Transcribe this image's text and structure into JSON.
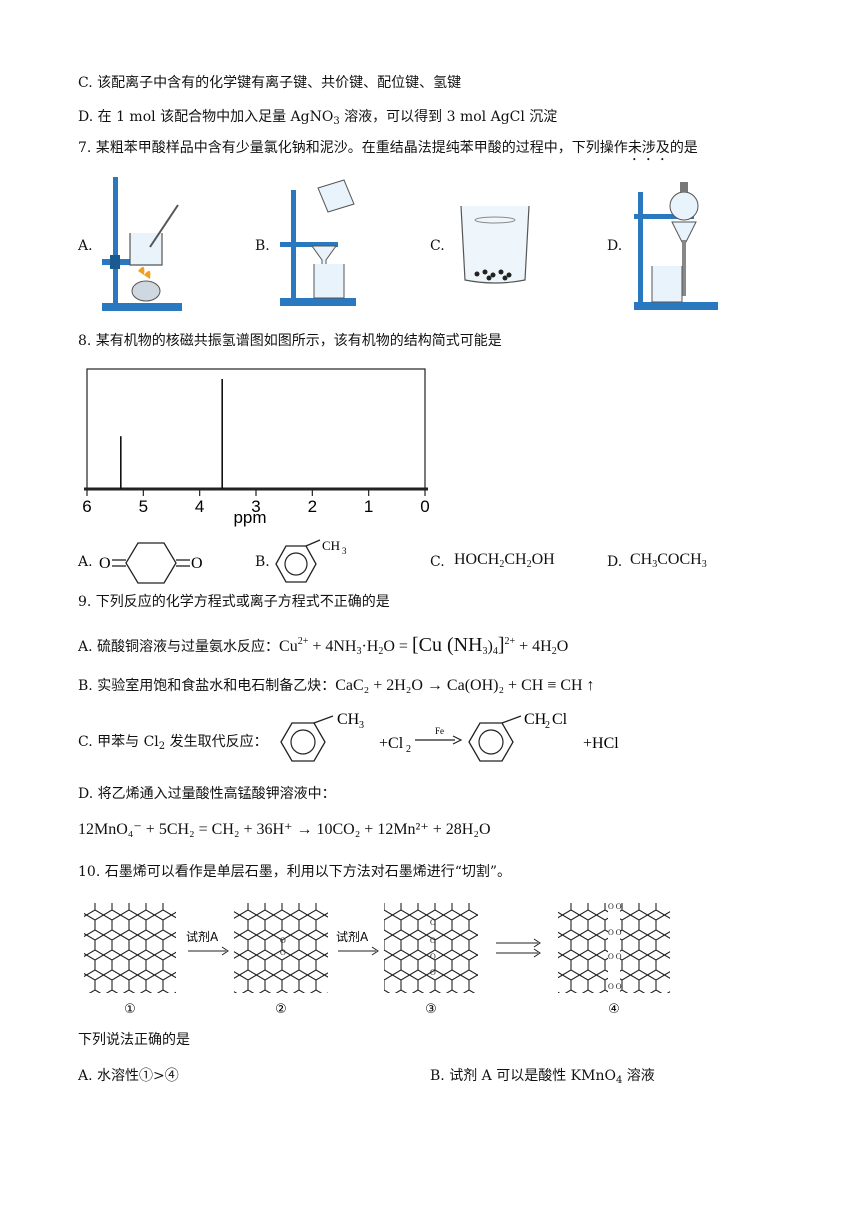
{
  "q6": {
    "optC": "C. 该配离子中含有的化学键有离子键、共价键、配位键、氢键",
    "optD_pre": "D. 在 1 mol 该配合物中加入足量 AgNO",
    "optD_sub": "3",
    "optD_post": " 溶液，可以得到 3 mol AgCl 沉淀"
  },
  "q7": {
    "stem_pre": "7. 某粗苯甲酸样品中含有少量氯化钠和泥沙。在重结晶法提纯苯甲酸的过程中，下列操作",
    "stem_emph": "未涉及",
    "stem_post": "的是",
    "labels": [
      "A.",
      "B.",
      "C.",
      "D."
    ]
  },
  "q8": {
    "stem": "8. 某有机物的核磁共振氢谱图如图所示，该有机物的结构简式可能是",
    "chart_data": {
      "type": "bar",
      "xlabel": "ppm",
      "xlim": [
        6,
        0
      ],
      "ticks": [
        "6",
        "5",
        "4",
        "3",
        "2",
        "1",
        "0"
      ],
      "peaks": [
        {
          "x": 5.4,
          "h": 0.48
        },
        {
          "x": 3.6,
          "h": 1.0
        }
      ]
    },
    "labels": [
      "A.",
      "B.",
      "C.",
      "D."
    ],
    "optA_o": "O",
    "optB_ch3": "CH",
    "optB_sub": "3",
    "optC_text": [
      "HOCH",
      "2",
      "CH",
      "2",
      "OH"
    ],
    "optD_text": [
      "CH",
      "3",
      "COCH",
      "3"
    ]
  },
  "q9": {
    "stem": "9. 下列反应的化学方程式或离子方程式不正确的是",
    "optA_label": "A. 硫酸铜溶液与过量氨水反应：",
    "optA_eq": {
      "cu": "Cu",
      "cu_sup": "2+",
      "mid": " + 4NH",
      "nh3_sub": "3",
      "h2o": "·H",
      "h2o_sub": "2",
      "o": "O = ",
      "bracket": "[Cu (NH",
      "b_sub": "3",
      "b_close": ")",
      "b_n": "4",
      "end_sup": "2+",
      "tail": " + 4H",
      "tail_sub": "2",
      "tail_o": "O"
    },
    "optB_label": "B. 实验室用饱和食盐水和电石制备乙炔：",
    "optB_eq": "CaC₂ + 2H₂O → Ca(OH)₂ + CH ≡ CH ↑",
    "optC_label_pre": "C. 甲苯与 Cl",
    "optC_label_sub": "2",
    "optC_label_post": " 发生取代反应：",
    "optC_ch3": "CH",
    "optC_ch3_sub": "3",
    "optC_cl2": "+Cl",
    "optC_cl2_sub": "2",
    "optC_cat": "Fe",
    "optC_ch2cl": "CH",
    "optC_ch2cl_sub": "2",
    "optC_cl": "Cl",
    "optC_hcl": "+HCl",
    "optD_label": "D. 将乙烯通入过量酸性高锰酸钾溶液中：",
    "optD_eq": "12MnO₄⁻ + 5CH₂ = CH₂ + 36H⁺ → 10CO₂ + 12Mn²⁺ + 28H₂O"
  },
  "q10": {
    "stem": "10. 石墨烯可以看作是单层石墨，利用以下方法对石墨烯进行“切割”。",
    "reagent": "试剂A",
    "labels": [
      "①",
      "②",
      "③",
      "④"
    ],
    "prompt": "下列说法正确的是",
    "optA": "A. 水溶性①>④",
    "optB_pre": "B. 试剂 A 可以是酸性 KMnO",
    "optB_sub": "4",
    "optB_post": " 溶液"
  }
}
